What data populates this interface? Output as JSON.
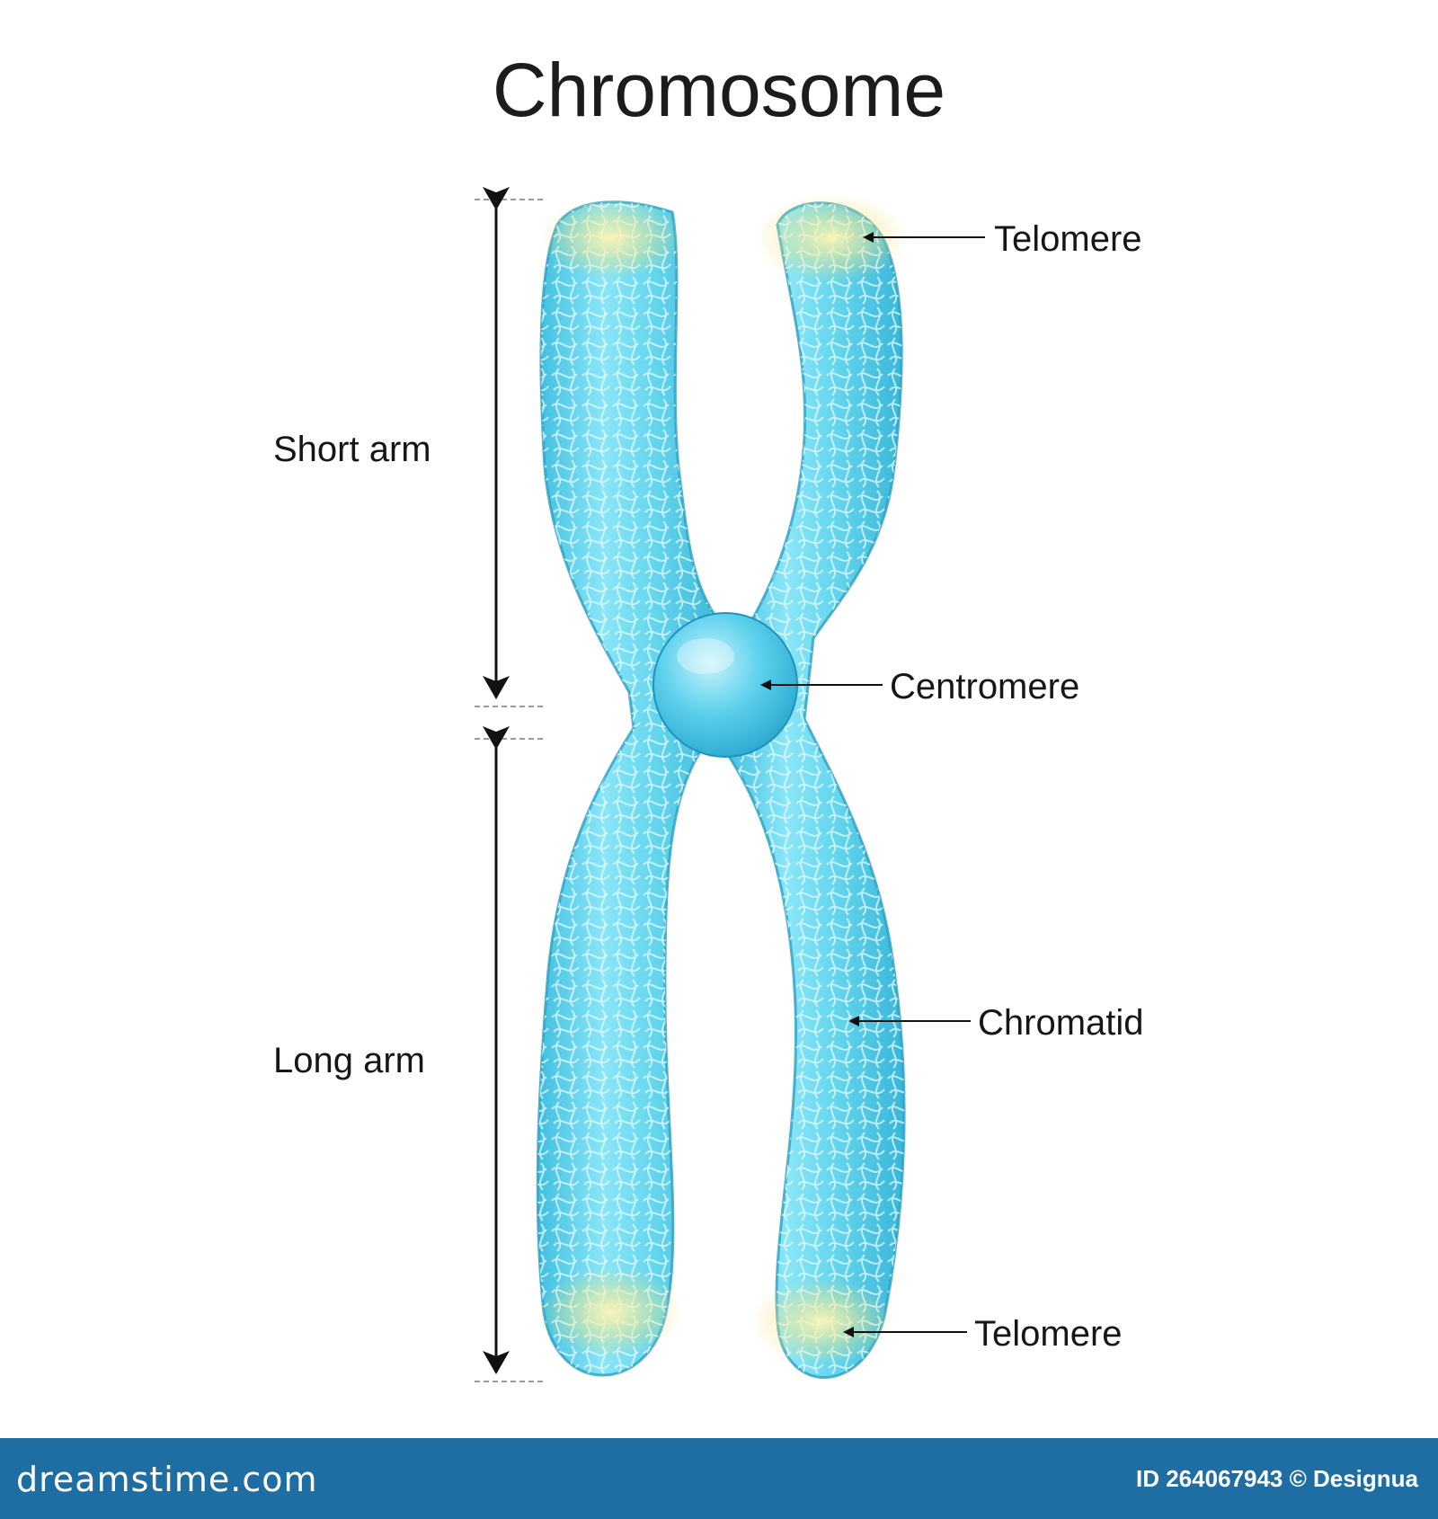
{
  "title": "Chromosome",
  "labels": {
    "short_arm": "Short arm",
    "long_arm": "Long arm",
    "telomere_top": "Telomere",
    "centromere": "Centromere",
    "chromatid": "Chromatid",
    "telomere_bottom": "Telomere"
  },
  "colors": {
    "chromatid_fill": "#5dd3ec",
    "chromatid_edge": "#2a9fc0",
    "telomere": "#f3e27a",
    "centromere": "#4fc4e3",
    "footer": "#1f6ea3"
  },
  "footer": {
    "brand": "dreamstime.com",
    "credit": "ID 264067943 © Designua"
  }
}
